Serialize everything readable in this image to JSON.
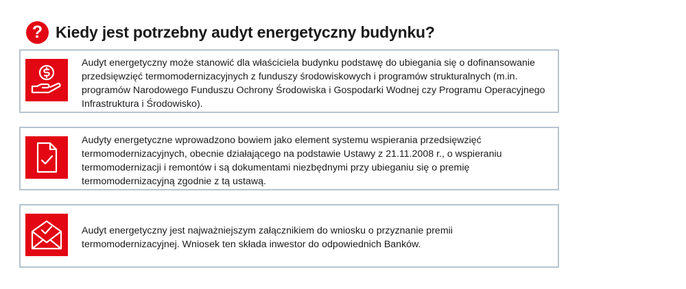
{
  "header": {
    "badge_glyph": "?",
    "title": "Kiedy jest potrzebny audyt energetyczny budynku?"
  },
  "colors": {
    "accent": "#e30613",
    "card_border": "#b7c3cf",
    "text": "#1a1a1a"
  },
  "cards": [
    {
      "icon": "money-hand-icon",
      "text": "Audyt energetyczny może stanowić dla właściciela budynku podstawę do ubiegania się o dofinansowanie przedsięwzięć termomodernizacyjnych z funduszy środowiskowych i programów strukturalnych (m.in. programów Narodowego Funduszu Ochrony Środowiska i Gospodarki Wodnej czy Programu Operacyjnego Infrastruktura i Środowisko)."
    },
    {
      "icon": "document-check-icon",
      "text": "Audyty energetyczne wprowadzono bowiem jako element systemu wspierania przedsięwzięć termomodernizacyjnych, obecnie działającego na podstawie Ustawy z 21.11.2008 r., o wspieraniu termomodernizacji i remontów i są dokumentami niezbędnymi przy ubieganiu się o premię termomodernizacyjną zgodnie z tą ustawą."
    },
    {
      "icon": "envelope-check-icon",
      "text": "Audyt energetyczny jest najważniejszym załącznikiem do wniosku o przyznanie premii termomodernizacyjnej. Wniosek ten składa inwestor do odpowiednich Banków."
    }
  ]
}
